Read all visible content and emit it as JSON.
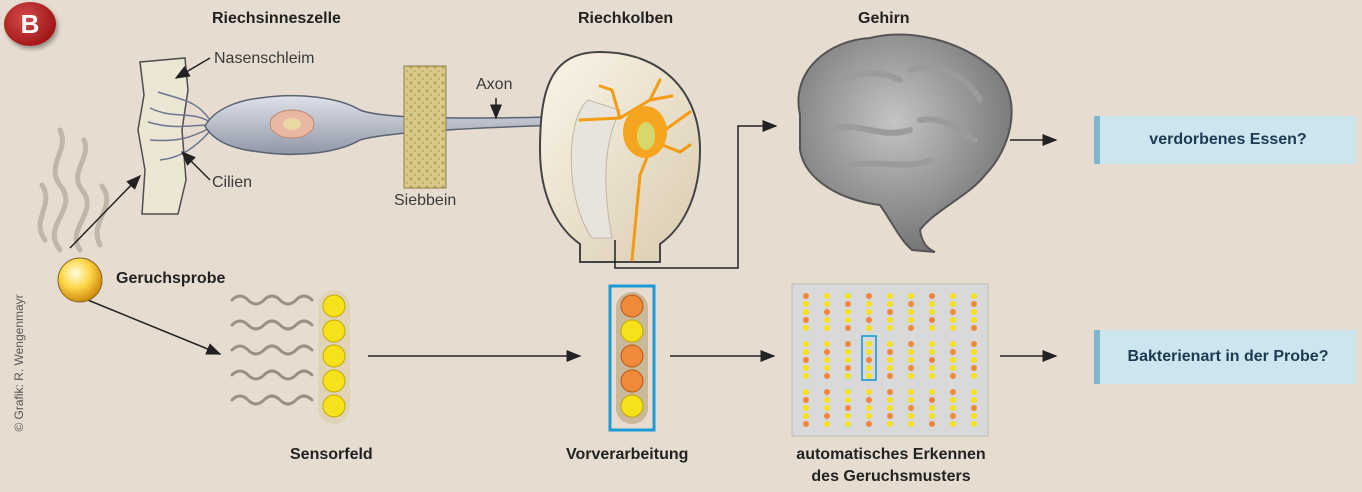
{
  "badge": "B",
  "credit": "© Grafik: R. Wengenmayr",
  "labels": {
    "riechsinneszelle": "Riechsinneszelle",
    "riechkolben": "Riechkolben",
    "gehirn": "Gehirn",
    "nasenschleim": "Nasenschleim",
    "axon": "Axon",
    "cilien": "Cilien",
    "siebbein": "Siebbein",
    "geruchsprobe": "Geruchsprobe",
    "sensorfeld": "Sensorfeld",
    "vorverarbeitung": "Vorverarbeitung",
    "erkennen_line1": "automatisches Erkennen",
    "erkennen_line2": "des Geruchsmusters"
  },
  "outputs": {
    "top": "verdorbenes Essen?",
    "bottom": "Bakterienart in der Probe?"
  },
  "colors": {
    "background": "#e6ddd0",
    "output_box": "#cde5ee",
    "sensor_yellow": "#f6e21a",
    "sensor_orange": "#f08a3a",
    "highlight_blue": "#1a9ad6",
    "badge_red": "#b52020"
  },
  "sensor_column": [
    "yellow",
    "yellow",
    "yellow",
    "yellow",
    "yellow"
  ],
  "preprocessing_column": [
    "orange",
    "yellow",
    "orange",
    "orange",
    "yellow"
  ]
}
